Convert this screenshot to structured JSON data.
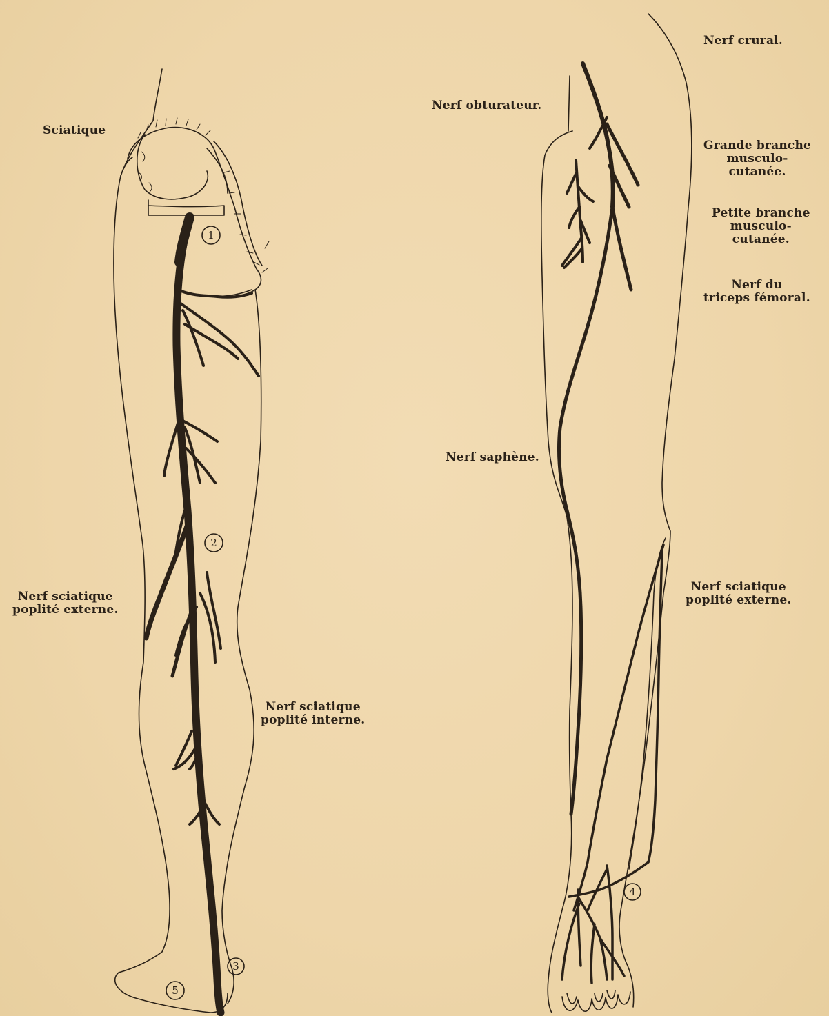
{
  "labels": {
    "sciatique": "Sciatique",
    "nerf_sciatique_poplite_externe_left": [
      "Nerf sciatique",
      "poplité externe."
    ],
    "nerf_sciatique_poplite_interne": [
      "Nerf sciatique",
      "poplité interne."
    ],
    "nerf_obturateur": "Nerf obturateur.",
    "nerf_crural": "Nerf crural.",
    "grande_branche": [
      "Grande  branche",
      "musculo-",
      "cutanée."
    ],
    "petite_branche": [
      "Petite branche",
      "musculo-",
      "cutanée."
    ],
    "nerf_triceps": [
      "Nerf du",
      "triceps fémoral."
    ],
    "nerf_saphene": "Nerf saphène.",
    "nerf_sciatique_poplite_externe_right": [
      "Nerf sciatique",
      "poplité externe."
    ]
  },
  "markers": [
    "1",
    "2",
    "3",
    "4",
    "5"
  ],
  "colors": {
    "paper": "#f0d9b0",
    "ink": "#2a2118"
  }
}
